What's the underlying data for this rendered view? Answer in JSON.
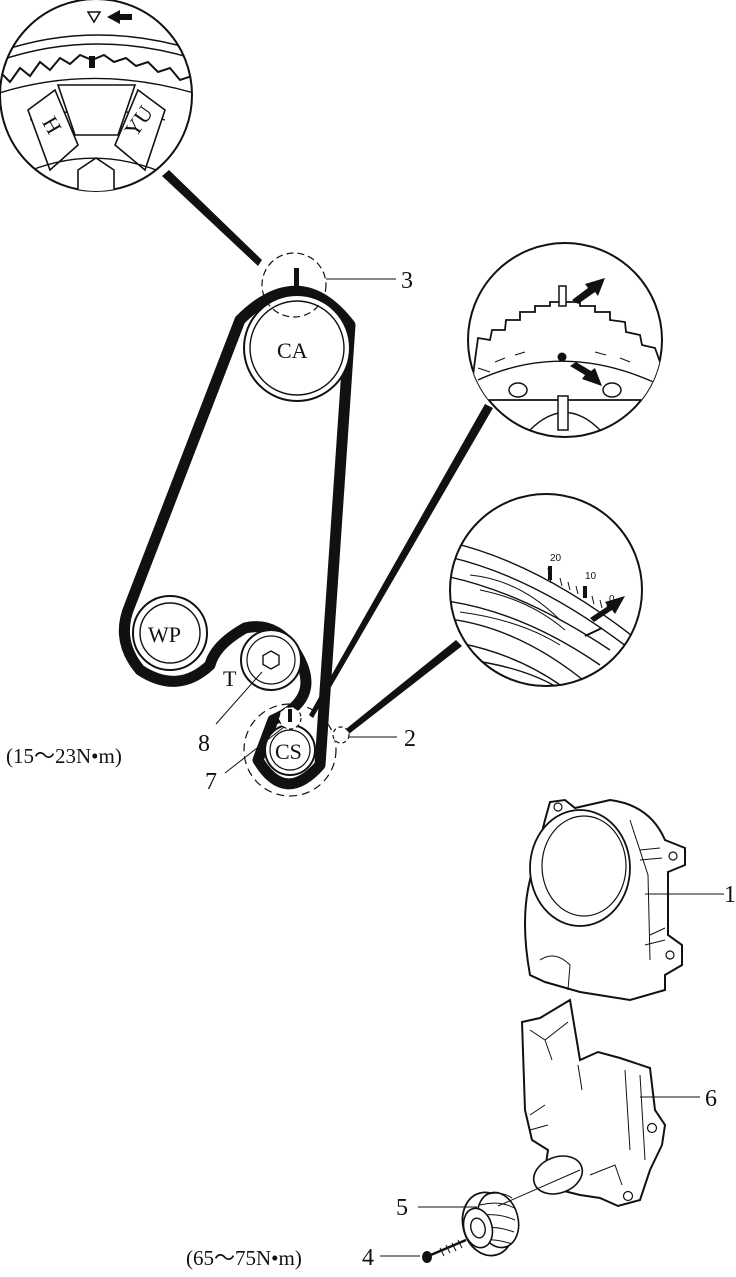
{
  "pulley_labels": {
    "camshaft": "CA",
    "water_pump": "WP",
    "tensioner": "T",
    "crankshaft": "CS"
  },
  "detail_marks": {
    "cam_detail_left": "H",
    "cam_detail_right": "YU",
    "scale_20": "20",
    "scale_10": "10",
    "scale_0": "0"
  },
  "callouts": {
    "n1": "1",
    "n2": "2",
    "n3": "3",
    "n4": "4",
    "n5": "5",
    "n6": "6",
    "n7": "7",
    "n8": "8"
  },
  "torque_specs": {
    "tensioner_bolt": "(15～23N•m)",
    "crank_bolt": "(65～75N•m)"
  },
  "colors": {
    "ink": "#111111",
    "paper": "#ffffff"
  }
}
